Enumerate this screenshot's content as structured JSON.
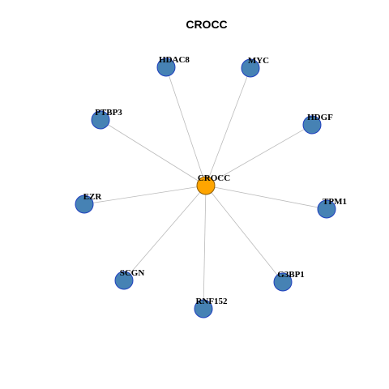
{
  "title": "CROCC",
  "colors": {
    "hub_fill": "#FFA500",
    "hub_stroke": "#8B5A00",
    "node_fill": "#4682B4",
    "node_stroke": "#1F3FBF",
    "edge": "#BBBBBB",
    "label": "#000000"
  },
  "network": {
    "hub": {
      "id": "CROCC",
      "label": "CROCC"
    },
    "nodes": [
      {
        "id": "HDAC8",
        "label": "HDAC8"
      },
      {
        "id": "MYC",
        "label": "MYC"
      },
      {
        "id": "PTBP3",
        "label": "PTBP3"
      },
      {
        "id": "HDGF",
        "label": "HDGF"
      },
      {
        "id": "EZR",
        "label": "EZR"
      },
      {
        "id": "TPM1",
        "label": "TPM1"
      },
      {
        "id": "SCGN",
        "label": "SCGN"
      },
      {
        "id": "G3BP1",
        "label": "G3BP1"
      },
      {
        "id": "RNF152",
        "label": "RNF152"
      }
    ],
    "edges": [
      [
        "CROCC",
        "HDAC8"
      ],
      [
        "CROCC",
        "MYC"
      ],
      [
        "CROCC",
        "PTBP3"
      ],
      [
        "CROCC",
        "HDGF"
      ],
      [
        "CROCC",
        "EZR"
      ],
      [
        "CROCC",
        "TPM1"
      ],
      [
        "CROCC",
        "SCGN"
      ],
      [
        "CROCC",
        "G3BP1"
      ],
      [
        "CROCC",
        "RNF152"
      ]
    ]
  }
}
